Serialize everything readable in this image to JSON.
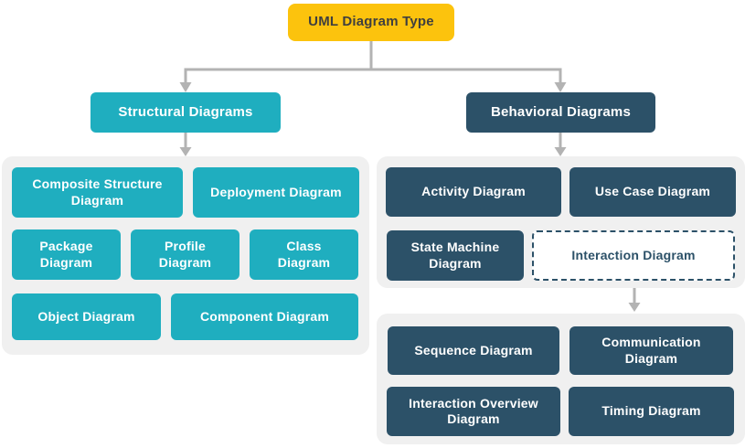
{
  "root": {
    "label": "UML Diagram Type"
  },
  "structural": {
    "label": "Structural Diagrams",
    "children": [
      {
        "label": "Composite Structure Diagram"
      },
      {
        "label": "Deployment Diagram"
      },
      {
        "label": "Package Diagram"
      },
      {
        "label": "Profile Diagram"
      },
      {
        "label": "Class Diagram"
      },
      {
        "label": "Object Diagram"
      },
      {
        "label": "Component Diagram"
      }
    ]
  },
  "behavioral": {
    "label": "Behavioral Diagrams",
    "children": [
      {
        "label": "Activity Diagram"
      },
      {
        "label": "Use Case Diagram"
      },
      {
        "label": "State Machine Diagram"
      },
      {
        "label": "Interaction Diagram"
      }
    ],
    "interaction_children": [
      {
        "label": "Sequence Diagram"
      },
      {
        "label": "Communication Diagram"
      },
      {
        "label": "Interaction Overview Diagram"
      },
      {
        "label": "Timing Diagram"
      }
    ]
  },
  "colors": {
    "root_fill": "#FCC30D",
    "structural_fill": "#1FAEBF",
    "behavioral_fill": "#2C5168",
    "panel_fill": "#F0F0F0",
    "connector": "#B3B3B3",
    "root_text": "#3F3F3F",
    "node_text": "#FFFFFF"
  }
}
